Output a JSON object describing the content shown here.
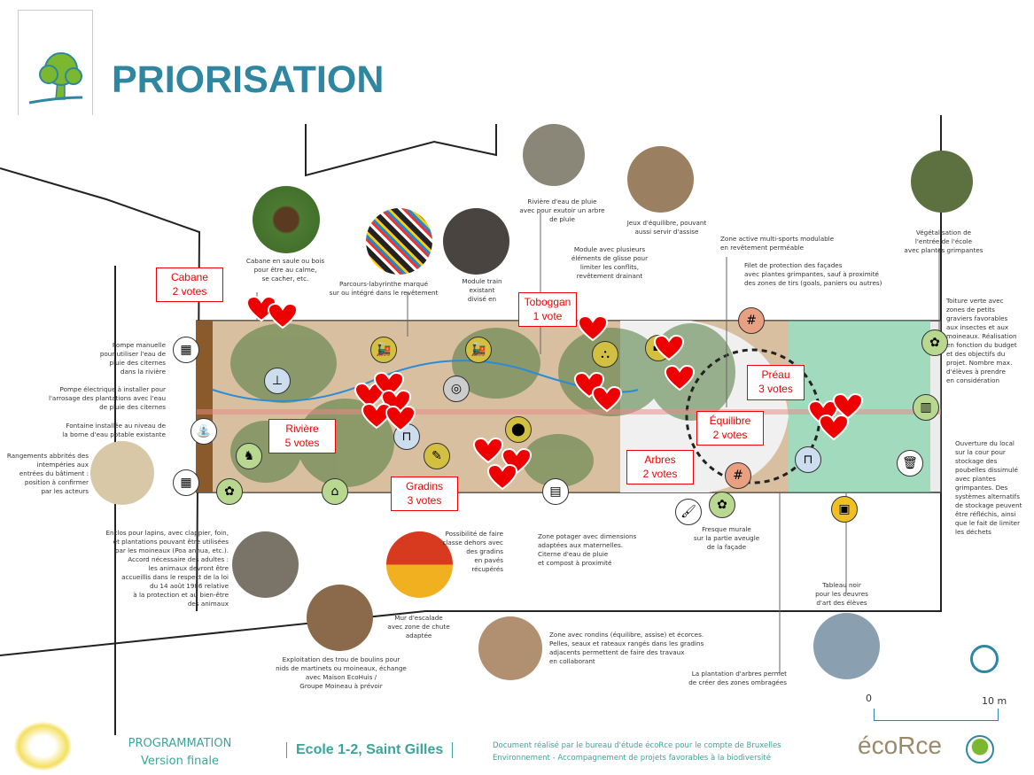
{
  "header": {
    "title": "PRIORISATION"
  },
  "votes": [
    {
      "label": "Cabane",
      "count": "2 votes"
    },
    {
      "label": "Toboggan",
      "count": "1 vote"
    },
    {
      "label": "Rivière",
      "count": "5 votes"
    },
    {
      "label": "Gradins",
      "count": "3 votes"
    },
    {
      "label": "Équilibre",
      "count": "2 votes"
    },
    {
      "label": "Arbres",
      "count": "2 votes"
    },
    {
      "label": "Préau",
      "count": "3 votes"
    }
  ],
  "notes": {
    "cabane": "Cabane en saule ou bois\npour être au calme,\nse cacher, etc.",
    "parcours": "Parcours-labyrinthe marqué\nsur ou intégré dans le revêtement",
    "train": "Module train existant\ndivisé en",
    "riviere": "Rivière d'eau de pluie\navec pour exutoir un arbre\nde pluie",
    "glisse": "Module avec plusieurs\néléments de glisse pour\nlimiter les conflits,\nrevêtement drainant",
    "equilibre": "Jeux d'équilibre, pouvant\naussi servir d'assise",
    "multisport": "Zone active multi-sports modulable\nen revêtement perméable",
    "filet": "Filet de protection des façades\navec plantes grimpantes, sauf à proximité\ndes zones de tirs (goals, paniers ou autres)",
    "vegetalisation": "Végétalisation de\nl'entrée de l'école\navec plantes grimpantes",
    "toiture": "Toiture verte avec\nzones de petits\ngraviers favorables\naux insectes et aux\nmoineaux. Réalisation\nen fonction du budget\net des objectifs du\nprojet. Nombre max.\nd'élèves à prendre\nen considération",
    "pompe_manuelle": "Pompe manuelle\npour utiliser l'eau de\npluie des citernes\ndans la rivière",
    "pompe_electrique": "Pompe électrique à installer pour\nl'arrosage des plantations avec l'eau\nde pluie des citernes",
    "fontaine": "Fontaine installée au niveau de\nla borne d'eau potable existante",
    "rangements": "Rangements abbrités des\nintempéries aux\nentrées du bâtiment :\nposition à confirmer\npar les acteurs",
    "ouverture": "Ouverture du local\nsur la cour pour\nstockage des\npoubelles dissimulé\navec plantes\ngrimpantes. Des\nsystèmes alternatifs\nde stockage peuvent\nêtre réfléchis, ainsi\nque le fait de limiter\nles déchets",
    "enclos": "Enclos pour lapins, avec clappier, foin,\net plantations pouvant être utilisées\npar les moineaux (Poa annua, etc.).\nAccord nécessaire des adultes :\nles animaux devront être\naccueillis dans le respect de la loi\ndu 14 août 1986 relative\nà la protection et au bien-être\ndes animaux",
    "boulins": "Exploitation des trou de boulins pour\nnids de martinets ou moineaux, échange\navec Maison EcoHuis /\nGroupe Moineau à prévoir",
    "escalade": "Mur d'escalade\navec zone de chute\nadaptée",
    "classe": "Possibilité de faire\nclasse dehors avec\ndes gradins\nen pavés\nrécupérés",
    "potager": "Zone potager avec dimensions\nadaptées aux maternelles.\nCiterne d'eau de pluie\net compost à proximité",
    "fresque": "Fresque murale\nsur la partie aveugle\nde la façade",
    "rondins": "Zone avec rondins (équilibre, assise) et écorces.\nPelles, seaux et rateaux rangés dans les gradins\nadjacents permettent de faire des travaux\nen collaborant",
    "arbres": "La plantation d'arbres permet\nde créer des zones ombragées",
    "tableau": "Tableau noir\npour les oeuvres\nd'art des élèves"
  },
  "scale": {
    "start": "0",
    "end": "10 m"
  },
  "footer": {
    "programmation": "PROGRAMMATION",
    "version": "Version finale",
    "school": "Ecole 1-2, Saint Gilles",
    "credit_line1": "Document réalisé par le bureau d'étude écoRce pour le compte de Bruxelles",
    "credit_line2": "Environnement - Accompagnement de projets favorables à la biodiversité",
    "brand": "écoRce"
  },
  "colors": {
    "title": "#2e86a0",
    "vote": "#e00000",
    "green": "#7cb82f"
  }
}
